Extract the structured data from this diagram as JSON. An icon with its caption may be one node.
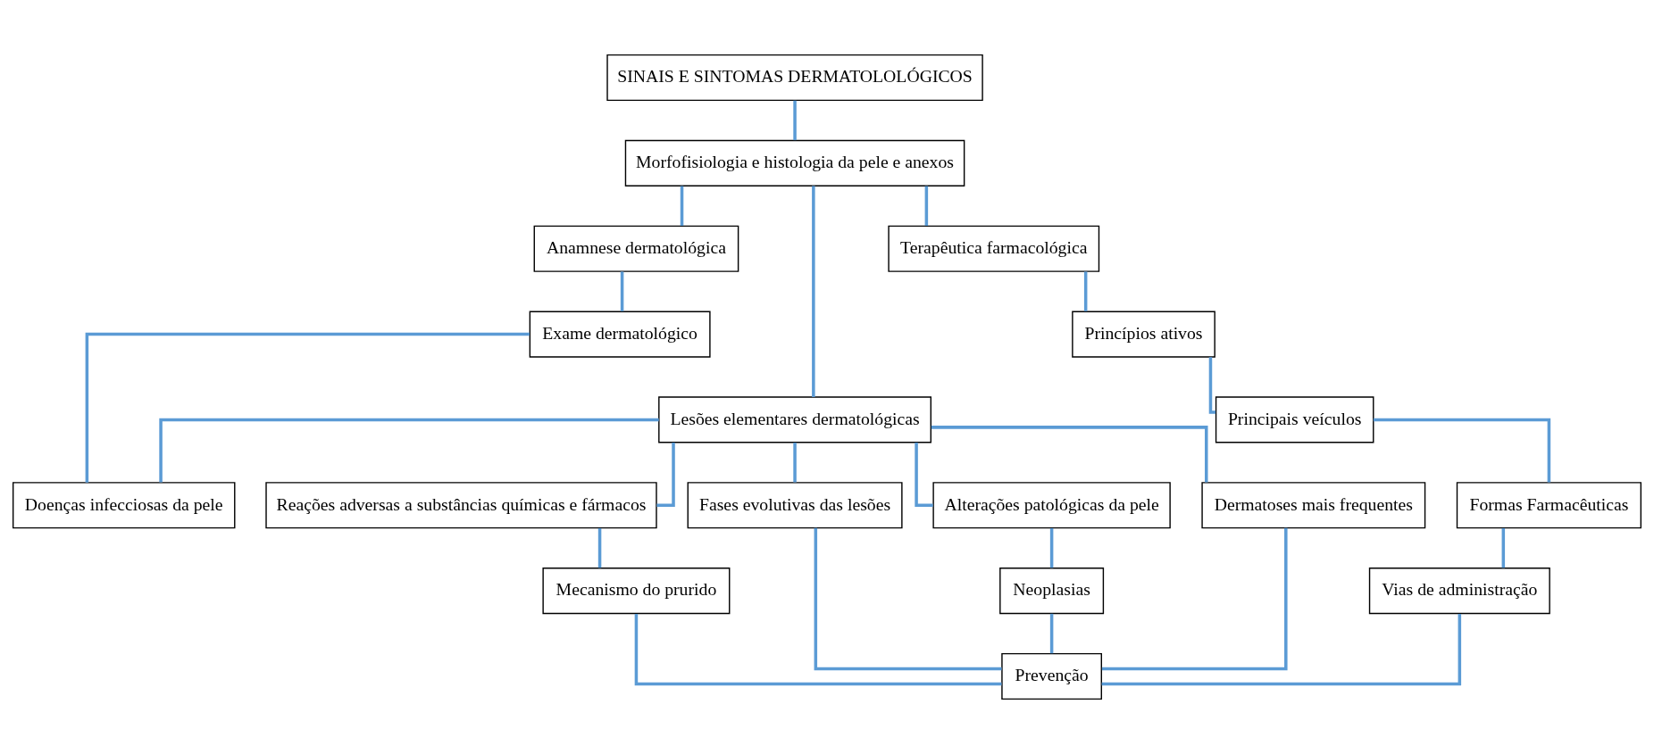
{
  "diagram": {
    "nodes": [
      {
        "text": [
          "SINAIS E SINTOMAS DERMATOLOLÓGICOS"
        ]
      },
      {
        "text": [
          "Morfofisiologia e histologia da pele e anexos"
        ]
      },
      {
        "text": [
          "Anamnese dermatológica"
        ]
      },
      {
        "text": [
          "Lesões elementares dermatológicas"
        ]
      },
      {
        "text": [
          "Terapêutica farmacológica"
        ]
      },
      {
        "text": [
          "Exame dermatológico"
        ]
      },
      {
        "text": [
          "Doenças infecciosas da pele"
        ]
      },
      {
        "text": [
          "Reações adversas a substâncias químicas e fármacos"
        ]
      },
      {
        "text": [
          "Fases evolutivas das lesões"
        ]
      },
      {
        "text": [
          "Alterações patológicas da pele"
        ]
      },
      {
        "text": [
          "Dermatoses mais frequentes"
        ]
      },
      {
        "text": [
          "Princípios ativos"
        ]
      },
      {
        "text": [
          "Principais veículos"
        ]
      },
      {
        "text": [
          "Formas Farmacêuticas"
        ]
      },
      {
        "text": [
          "Vias de administração"
        ]
      },
      {
        "text": [
          "Mecanismo do prurido"
        ]
      },
      {
        "text": [
          "Neoplasias"
        ]
      },
      {
        "text": [
          "Prevenção"
        ]
      }
    ],
    "edges": [
      {
        "from": 0,
        "to": 1,
        "arrow": "none"
      },
      {
        "from": 1,
        "to": 2,
        "arrow": "none"
      },
      {
        "from": 1,
        "to": 3,
        "arrow": "none"
      },
      {
        "from": 1,
        "to": 4,
        "arrow": "none"
      },
      {
        "from": 2,
        "to": 5,
        "arrow": "none"
      },
      {
        "from": 3,
        "to": 6,
        "arrow": "none"
      },
      {
        "from": 5,
        "to": 6,
        "arrow": "none"
      },
      {
        "from": 3,
        "to": 7,
        "arrow": "none"
      },
      {
        "from": 3,
        "to": 8,
        "arrow": "none"
      },
      {
        "from": 3,
        "to": 9,
        "arrow": "none"
      },
      {
        "from": 3,
        "to": 10,
        "arrow": "none"
      },
      {
        "from": 4,
        "to": 11,
        "arrow": "none"
      },
      {
        "from": 11,
        "to": 12,
        "arrow": "none"
      },
      {
        "from": 12,
        "to": 13,
        "arrow": "none"
      },
      {
        "from": 13,
        "to": 14,
        "arrow": "none"
      },
      {
        "from": 7,
        "to": 15,
        "arrow": "none"
      },
      {
        "from": 9,
        "to": 16,
        "arrow": "none"
      },
      {
        "from": 15,
        "to": 17,
        "arrow": "none"
      },
      {
        "from": 8,
        "to": 17,
        "arrow": "none"
      },
      {
        "from": 16,
        "to": 17,
        "arrow": "none"
      },
      {
        "from": 10,
        "to": 17,
        "arrow": "none"
      },
      {
        "from": 14,
        "to": 17,
        "arrow": "none"
      }
    ]
  }
}
